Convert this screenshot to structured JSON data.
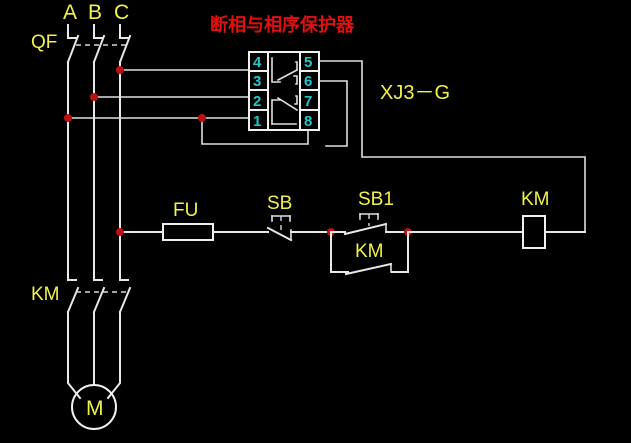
{
  "diagram": {
    "title_cn": "断相与相序保护器",
    "title_meaning": "Phase Failure and Phase Sequence Protector",
    "model_label": "XJ3－G",
    "background_color": "#000000",
    "wire_color": "#e8e8e8",
    "label_color": "#f2f24a",
    "terminal_color": "#22c8c8",
    "title_color": "#e01010",
    "node_color": "#bb1111"
  },
  "phases": [
    {
      "name": "A"
    },
    {
      "name": "B"
    },
    {
      "name": "C"
    }
  ],
  "devices": {
    "breaker": {
      "label": "QF",
      "poles": 3,
      "type": "circuit-breaker"
    },
    "contactor_main": {
      "label": "KM",
      "poles": 3,
      "type": "contactor-main-contacts"
    },
    "motor": {
      "label": "M",
      "type": "motor"
    },
    "fuse": {
      "label": "FU",
      "type": "fuse"
    },
    "stop_button": {
      "label": "SB",
      "type": "pushbutton-nc"
    },
    "start_button": {
      "label": "SB1",
      "type": "pushbutton-no"
    },
    "holding_contact": {
      "label": "KM",
      "type": "auxiliary-contact-no"
    },
    "coil": {
      "label": "KM",
      "type": "contactor-coil"
    }
  },
  "protector": {
    "model": "XJ3－G",
    "terminals_left": [
      "4",
      "3",
      "2",
      "1"
    ],
    "terminals_right": [
      "5",
      "6",
      "7",
      "8"
    ],
    "internal_contacts": 2
  }
}
